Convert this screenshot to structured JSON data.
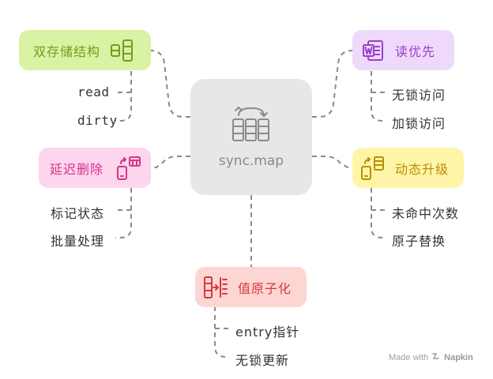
{
  "center": {
    "title": "sync.map",
    "icon": "data-sync-grid-icon"
  },
  "branches": [
    {
      "id": "dual",
      "label": "双存储结构",
      "icon": "stacked-storage-icon",
      "color": "#7a9a1c",
      "bg": "#d9f2a3",
      "children": [
        "read",
        "dirty"
      ]
    },
    {
      "id": "read",
      "label": "读优先",
      "icon": "word-document-icon",
      "color": "#9b3fc6",
      "bg": "#efd9fb",
      "children": [
        "无锁访问",
        "加锁访问"
      ]
    },
    {
      "id": "lazy",
      "label": "延迟删除",
      "icon": "phone-table-transfer-icon",
      "color": "#d6338f",
      "bg": "#fdd5ec",
      "children": [
        "标记状态",
        "批量处理"
      ]
    },
    {
      "id": "dynamic",
      "label": "动态升级",
      "icon": "phone-stack-transfer-icon",
      "color": "#b59100",
      "bg": "#fff5a8",
      "children": [
        "未命中次数",
        "原子替换"
      ]
    },
    {
      "id": "atomic",
      "label": "值原子化",
      "icon": "column-arrow-icon",
      "color": "#d9383a",
      "bg": "#fdd6d4",
      "children": [
        "entry指针",
        "无锁更新"
      ]
    }
  ],
  "watermark": {
    "prefix": "Made with",
    "brand": "Napkin",
    "icon": "napkin-logo-icon"
  }
}
